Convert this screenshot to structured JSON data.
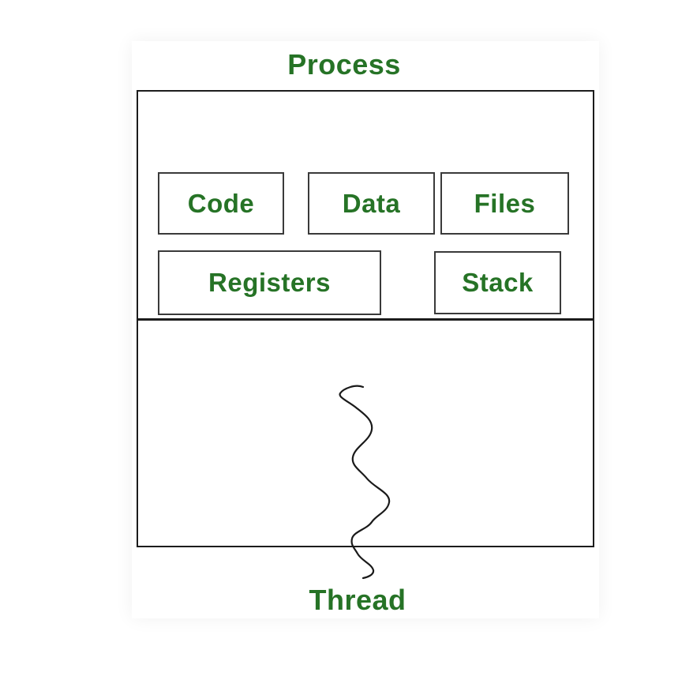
{
  "diagram": {
    "title": "Process",
    "footer": "Thread",
    "sections": {
      "top": "process-resources",
      "bottom": "thread-of-execution"
    },
    "boxes": [
      {
        "label": "Code"
      },
      {
        "label": "Data"
      },
      {
        "label": "Files"
      },
      {
        "label": "Registers"
      },
      {
        "label": "Stack"
      }
    ],
    "icons": {
      "thread_squiggle": "squiggle-line"
    },
    "colors": {
      "text_green": "#267326",
      "outer_border": "#1c1c1c",
      "inner_border": "#3a3a3a",
      "card_bg": "#ffffff",
      "page_bg": "#ffffff"
    }
  }
}
